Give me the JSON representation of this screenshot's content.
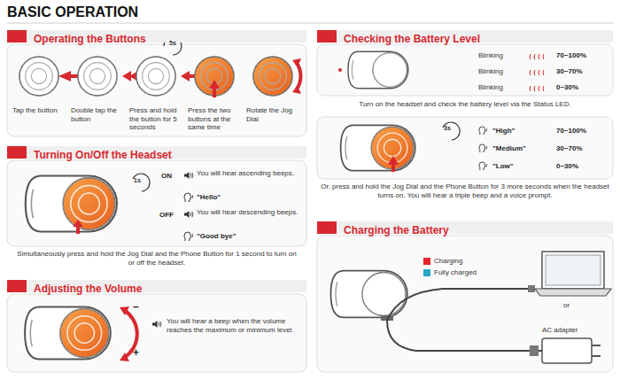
{
  "diagram": {
    "title": "BASIC OPERATION",
    "nodes": [
      {
        "text": [
          "Operating the Buttons"
        ]
      },
      {
        "text": [
          "Turning On/Off the Headset"
        ]
      },
      {
        "text": [
          "Adjusting the Volume"
        ]
      },
      {
        "text": [
          "Checking the Battery Level"
        ]
      },
      {
        "text": [
          "Charging the Battery"
        ]
      }
    ],
    "labels": [
      "Tap the button",
      "Double tap the button",
      "Press and hold the button for 5 seconds",
      "Press the two buttons at the same time",
      "Rotate the Jog Dial",
      "5s",
      "ON",
      "You will hear ascending beeps.",
      "\"Hello\"",
      "OFF",
      "You will hear descending beeps.",
      "\"Good bye\"",
      "1s",
      "Simultaneously press and hold the Jog Dial and the Phone Button for 1 second to turn on or off the headset.",
      "–",
      "+",
      "You will hear a beep when the volume reaches the maximum or minimum level.",
      "Blinking",
      "70~100%",
      "Blinking",
      "30~70%",
      "Blinking",
      "0~30%",
      "Turn on the headset and check the battery level via the Status LED.",
      "3s",
      "\"High\"",
      "70~100%",
      "\"Medium\"",
      "30~70%",
      "\"Low\"",
      "0~30%",
      "Or, press and hold the Jog Dial and the Phone Button for 3 more seconds when the headset turns on. You will hear a triple beep and a voice prompt.",
      "or",
      "AC adapter"
    ],
    "legend": [
      {
        "text": "Charging",
        "color": "#e8232a"
      },
      {
        "text": "Fully charged",
        "color": "#2aa6c9"
      }
    ]
  }
}
